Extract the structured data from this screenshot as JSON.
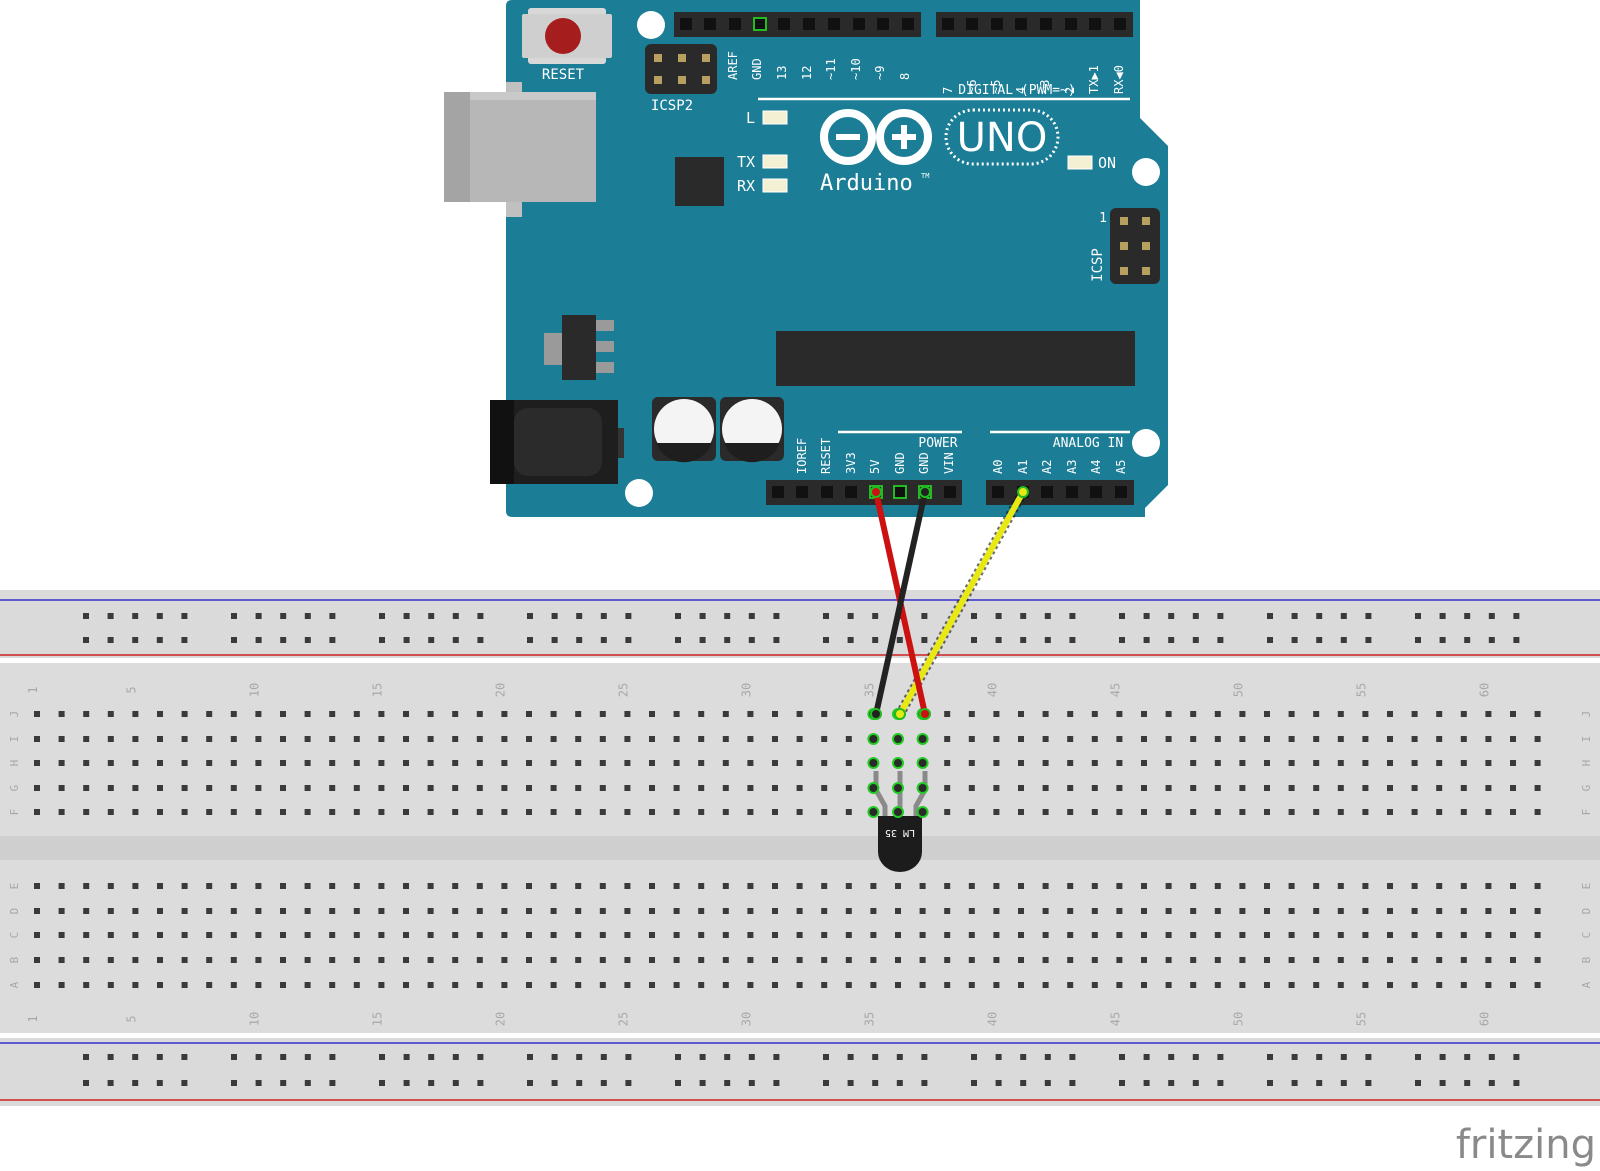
{
  "diagram": {
    "arduino": {
      "reset_label": "RESET",
      "icsp2_label": "ICSP2",
      "icsp_label": "ICSP",
      "icsp_pin1": "1",
      "digital_label": "DIGITAL (PWM=~)",
      "digital_pins_left": [
        "AREF",
        "GND",
        "13",
        "12",
        "~11",
        "~10",
        "~9",
        "8"
      ],
      "digital_pins_right": [
        "7",
        "~6",
        "~5",
        "4",
        "~3",
        "2",
        "TX▶1",
        "RX◀0"
      ],
      "led_l": "L",
      "led_tx": "TX",
      "led_rx": "RX",
      "led_on": "ON",
      "logo_uno": "UNO",
      "logo_brand": "Arduino",
      "logo_tm": "TM",
      "power_label": "POWER",
      "power_pins": [
        "IOREF",
        "RESET",
        "3V3",
        "5V",
        "GND",
        "GND",
        "VIN"
      ],
      "analog_label": "ANALOG IN",
      "analog_pins": [
        "A0",
        "A1",
        "A2",
        "A3",
        "A4",
        "A5"
      ]
    },
    "breadboard": {
      "column_numbers": [
        "1",
        "5",
        "10",
        "15",
        "20",
        "25",
        "30",
        "35",
        "40",
        "45",
        "50",
        "55",
        "60"
      ],
      "rows_top": [
        "J",
        "I",
        "H",
        "G",
        "F"
      ],
      "rows_bottom": [
        "E",
        "D",
        "C",
        "B",
        "A"
      ]
    },
    "sensor": {
      "label": "LM 35"
    },
    "wires": [
      {
        "name": "red-wire",
        "color": "#cc1111"
      },
      {
        "name": "black-wire",
        "color": "#222222"
      },
      {
        "name": "yellow-wire",
        "color": "#e8e812"
      }
    ],
    "colors": {
      "board": "#1b7d96",
      "breadboard": "#dcdcdc",
      "rail_blue": "#3333cc",
      "rail_red": "#cc2222"
    },
    "watermark": "fritzing"
  }
}
